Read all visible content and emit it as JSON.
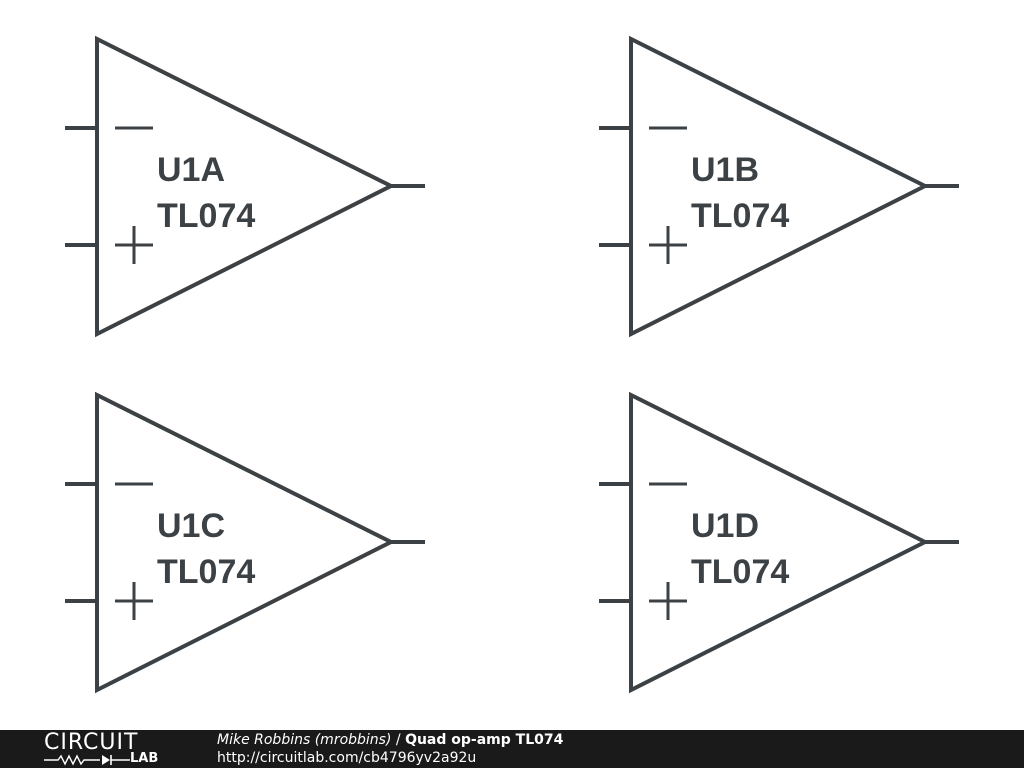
{
  "colors": {
    "ink": "#3c4145",
    "background": "#ffffff",
    "footer_bg": "#1a1a1a",
    "footer_text": "#ffffff"
  },
  "opamps": [
    {
      "ref": "U1A",
      "part": "TL074"
    },
    {
      "ref": "U1B",
      "part": "TL074"
    },
    {
      "ref": "U1C",
      "part": "TL074"
    },
    {
      "ref": "U1D",
      "part": "TL074"
    }
  ],
  "footer": {
    "logo_word": "CIRCUIT",
    "logo_sub": "LAB",
    "author": "Mike Robbins (mrobbins)",
    "separator": " / ",
    "title": "Quad op-amp TL074",
    "url": "http://circuitlab.com/cb4796yv2a92u"
  }
}
